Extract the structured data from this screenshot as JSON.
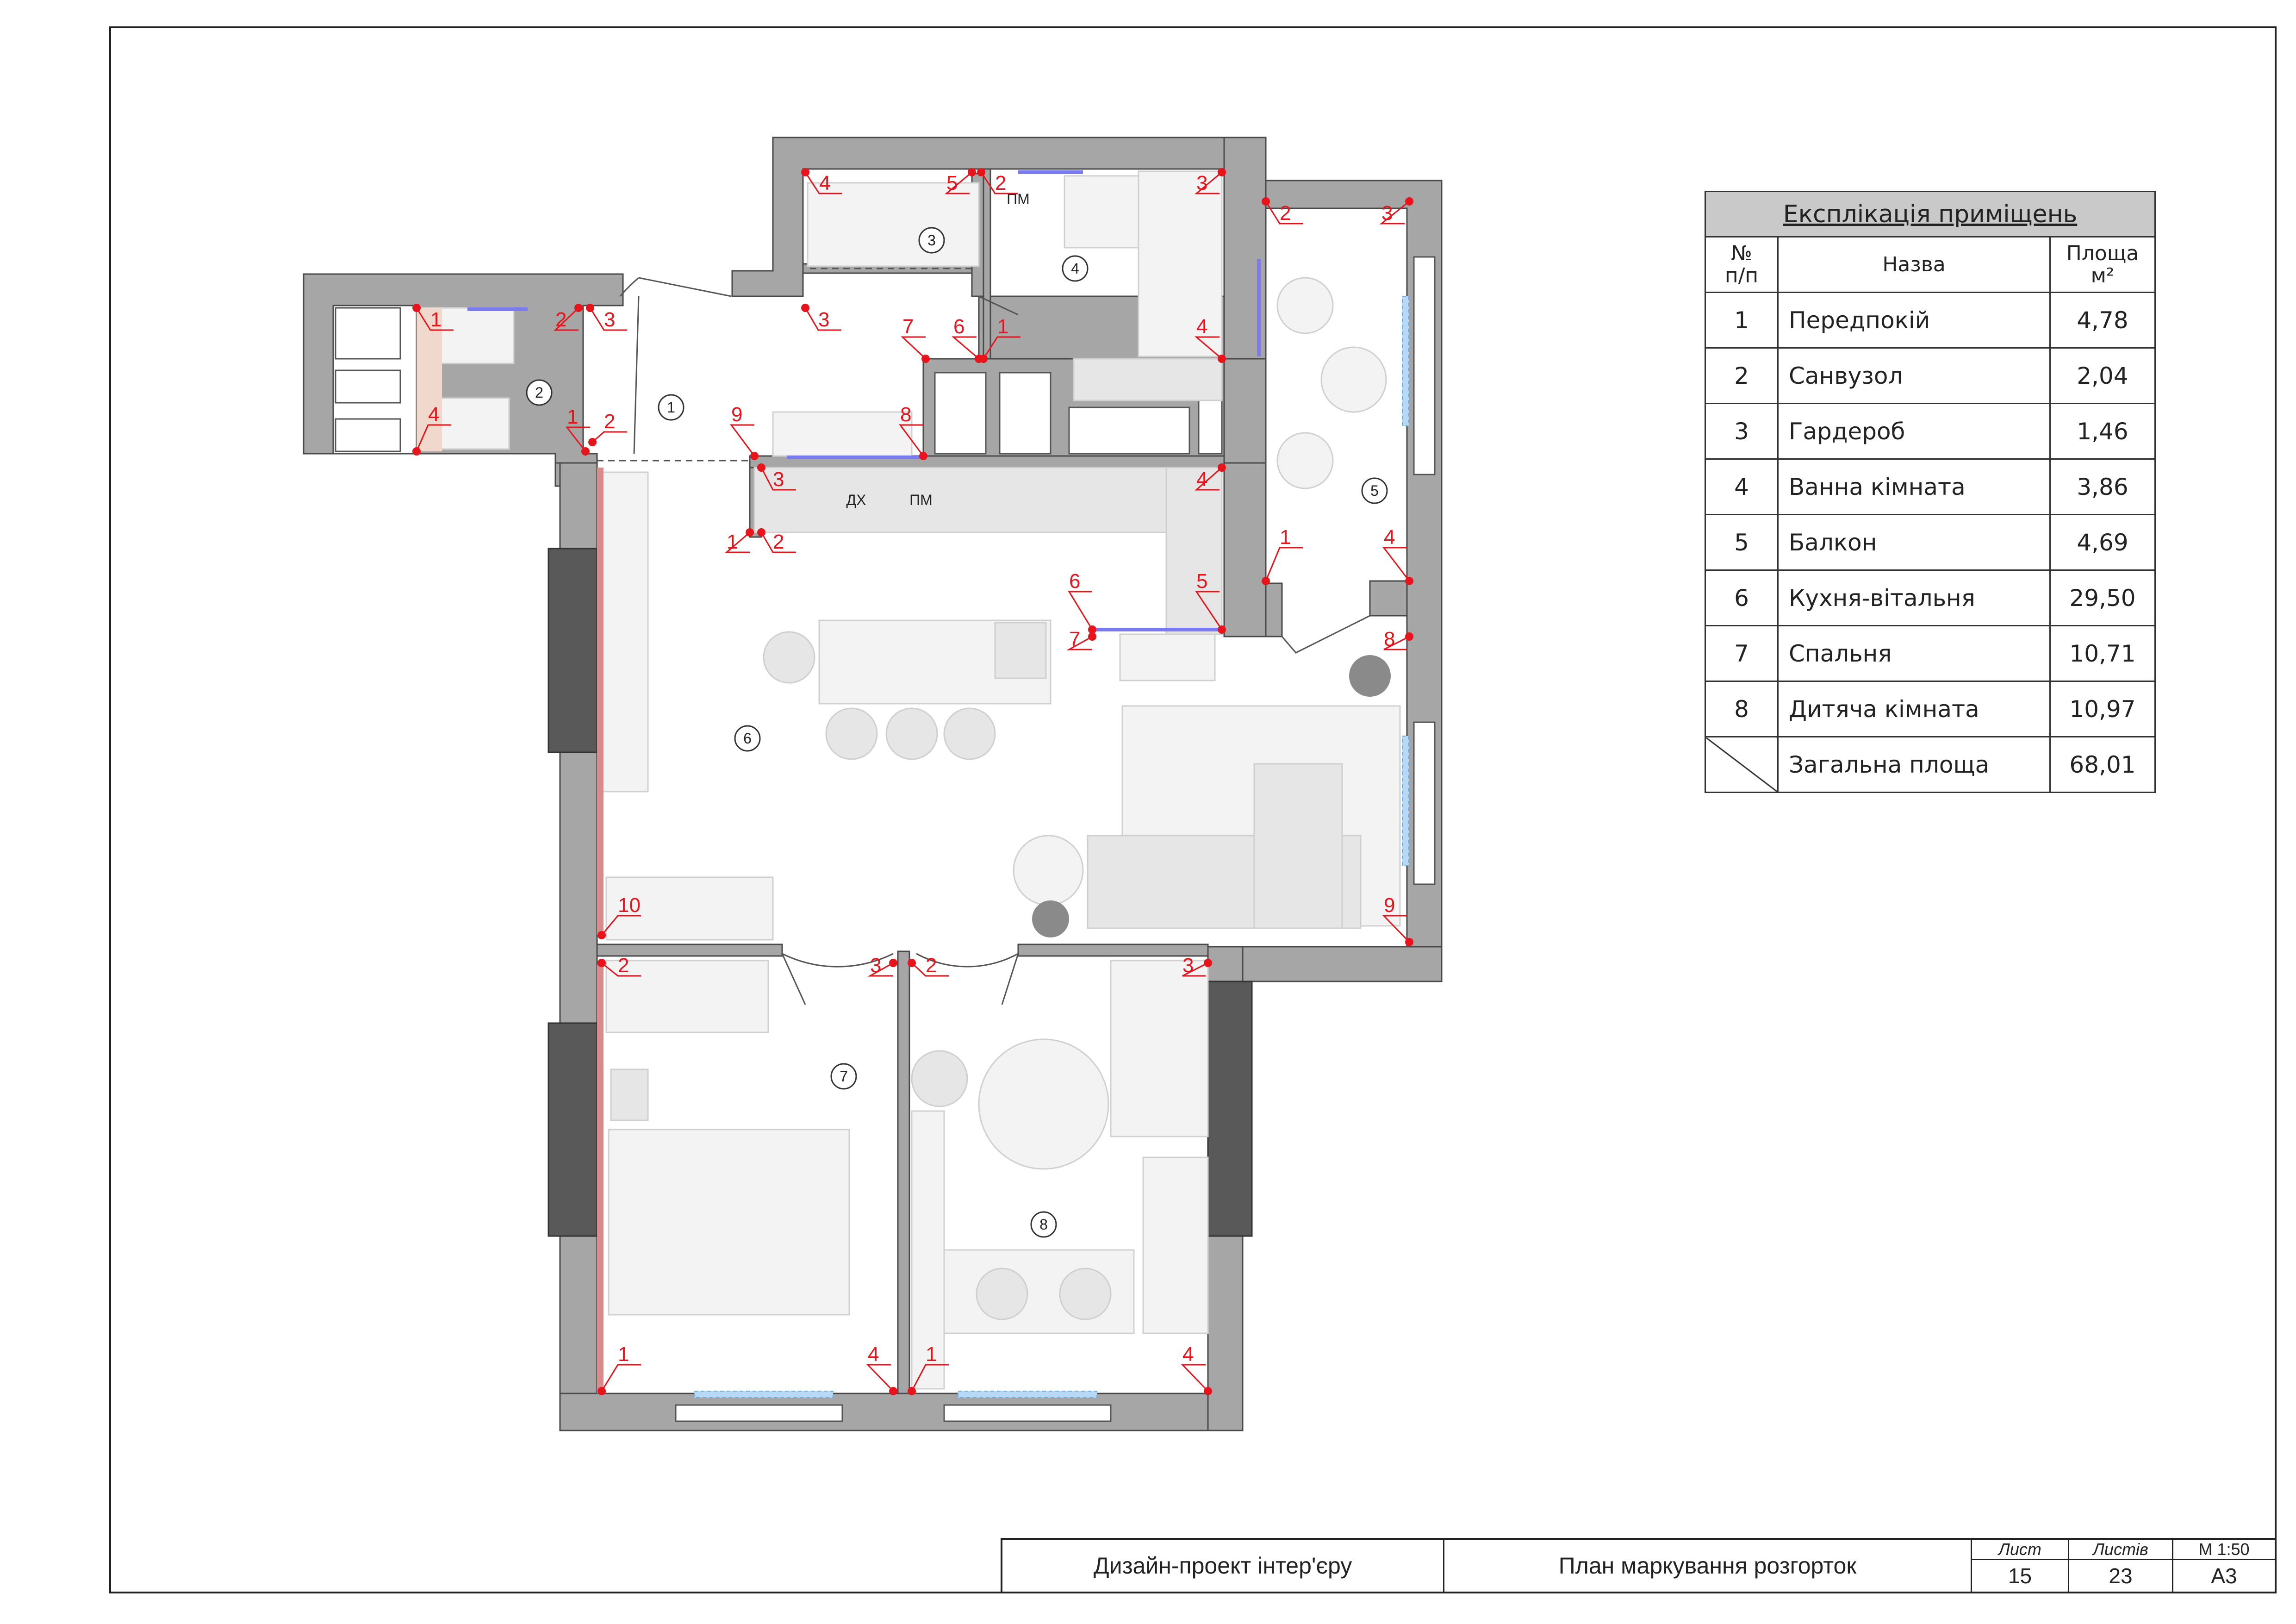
{
  "explication": {
    "title": "Експлікація приміщень",
    "headers": {
      "num": "№\nп/п",
      "name": "Назва",
      "area": "Площа\nм²"
    },
    "rows": [
      {
        "n": "1",
        "name": "Передпокій",
        "area": "4,78"
      },
      {
        "n": "2",
        "name": "Санвузол",
        "area": "2,04"
      },
      {
        "n": "3",
        "name": "Гардероб",
        "area": "1,46"
      },
      {
        "n": "4",
        "name": "Ванна кімната",
        "area": "3,86"
      },
      {
        "n": "5",
        "name": "Балкон",
        "area": "4,69"
      },
      {
        "n": "6",
        "name": "Кухня-вітальня",
        "area": "29,50"
      },
      {
        "n": "7",
        "name": "Спальня",
        "area": "10,71"
      },
      {
        "n": "8",
        "name": "Дитяча кімната",
        "area": "10,97"
      }
    ],
    "total": {
      "name": "Загальна площа",
      "area": "68,01"
    }
  },
  "plan": {
    "room_numbers": [
      "1",
      "2",
      "3",
      "4",
      "5",
      "6",
      "7",
      "8"
    ],
    "appliance_labels": [
      "ПМ",
      "ДХ",
      "ПМ"
    ],
    "marks": [
      "1",
      "2",
      "3",
      "4",
      "1",
      "2",
      "4",
      "5",
      "2",
      "3",
      "2",
      "3",
      "3",
      "7",
      "6",
      "1",
      "4",
      "9",
      "8",
      "3",
      "4",
      "1",
      "2",
      "1",
      "4",
      "6",
      "7",
      "5",
      "8",
      "10",
      "9",
      "2",
      "3",
      "2",
      "3",
      "1",
      "4",
      "1",
      "4"
    ],
    "colors": {
      "marker": "#e8141b",
      "wall": "#a6a6a6",
      "wall_dark": "#595959",
      "window_blue": "#7b7bf0"
    }
  },
  "title_block": {
    "project": "Дизайн-проект інтер'єру",
    "sheet_name": "План маркування розгорток",
    "sheet_label": "Лист",
    "sheets_label": "Листів",
    "scale": "М 1:50",
    "sheet": "15",
    "sheets": "23",
    "format": "А3"
  }
}
